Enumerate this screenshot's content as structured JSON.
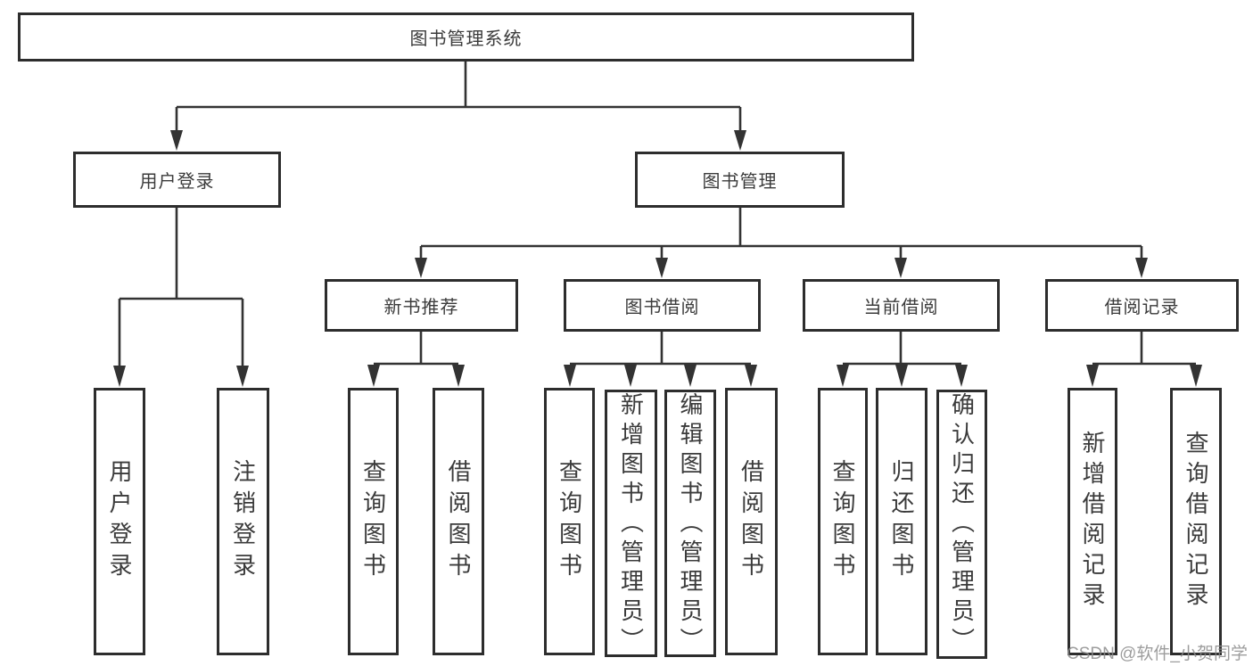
{
  "tree": {
    "root": "图书管理系统",
    "branches": [
      {
        "label": "用户登录",
        "children": [
          "用户登录",
          "注销登录"
        ]
      },
      {
        "label": "图书管理",
        "groups": [
          {
            "label": "新书推荐",
            "children": [
              "查询图书",
              "借阅图书"
            ]
          },
          {
            "label": "图书借阅",
            "children": [
              "查询图书",
              "新增图书（管理员）",
              "编辑图书（管理员）",
              "借阅图书"
            ]
          },
          {
            "label": "当前借阅",
            "children": [
              "查询图书",
              "归还图书",
              "确认归还（管理员）"
            ]
          },
          {
            "label": "借阅记录",
            "children": [
              "新增借阅记录",
              "查询借阅记录"
            ]
          }
        ]
      }
    ]
  },
  "watermark": {
    "text": "CSDN @软件_小贺同学"
  },
  "colors": {
    "line": "#333333",
    "box_border": "#2d2d2d",
    "text": "#3b3b3b",
    "watermark": "#8c8c8c",
    "background": "#ffffff"
  }
}
